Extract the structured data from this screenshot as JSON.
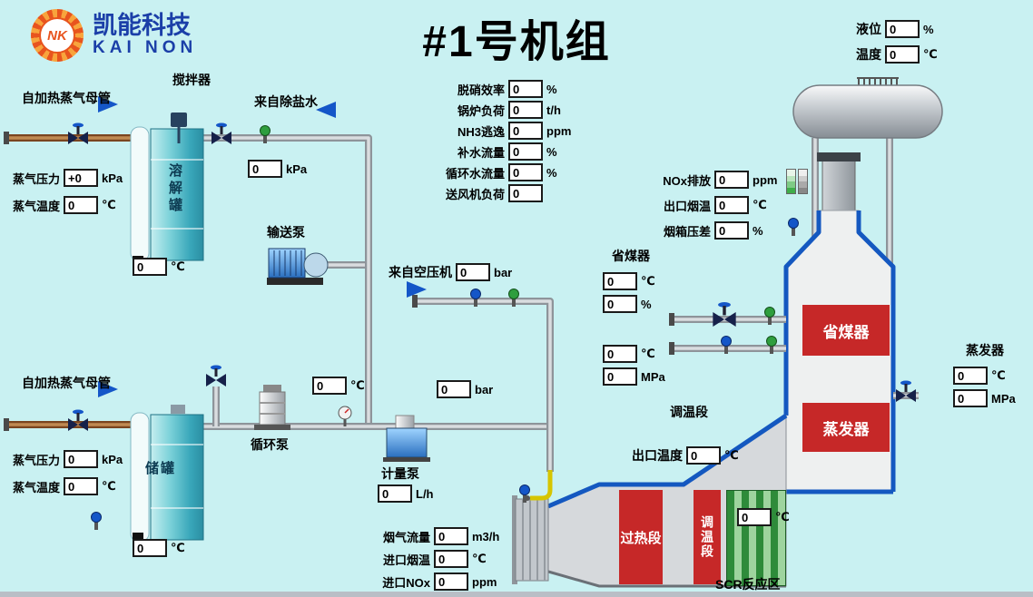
{
  "title": "#1号机组",
  "logo": {
    "nk": "NK",
    "cn": "凯能科技",
    "en": "KAI NON"
  },
  "colors": {
    "background": "#c9f1f2",
    "accent_blue": "#1458c0",
    "block_red": "#c62828",
    "scr_green": "#2e8b3a",
    "logo_blue": "#1b3fa8",
    "logo_orange": "#e8541e"
  },
  "fields": {
    "drum_level": {
      "label": "液位",
      "value": "0",
      "unit": "%"
    },
    "drum_temp": {
      "label": "温度",
      "value": "0",
      "unit": "℃"
    },
    "steam_pressure_1": {
      "label": "蒸气压力",
      "value": "+0",
      "unit": "kPa"
    },
    "steam_temp_1": {
      "label": "蒸气温度",
      "value": "0",
      "unit": "℃"
    },
    "desalt_pressure": {
      "value": "0",
      "unit": "kPa"
    },
    "tank1_temp": {
      "value": "0",
      "unit": "℃"
    },
    "denox_eff": {
      "label": "脱硝效率",
      "value": "0",
      "unit": "%"
    },
    "boiler_load": {
      "label": "锅炉负荷",
      "value": "0",
      "unit": "t/h"
    },
    "nh3_slip": {
      "label": "NH3逃逸",
      "value": "0",
      "unit": "ppm"
    },
    "makeup_flow": {
      "label": "补水流量",
      "value": "0",
      "unit": "%"
    },
    "circ_water_flow": {
      "label": "循环水流量",
      "value": "0",
      "unit": "%"
    },
    "fan_load": {
      "label": "送风机负荷",
      "value": "0"
    },
    "air_comp_pressure": {
      "label": "来自空压机",
      "value": "0",
      "unit": "bar"
    },
    "nox_emission": {
      "label": "NOx排放",
      "value": "0",
      "unit": "ppm"
    },
    "flue_out_temp": {
      "label": "出口烟温",
      "value": "0",
      "unit": "℃"
    },
    "smokebox_dp": {
      "label": "烟箱压差",
      "value": "0",
      "unit": "%"
    },
    "eco_temp": {
      "value": "0",
      "unit": "℃"
    },
    "eco_pct": {
      "value": "0",
      "unit": "%"
    },
    "mid_temp": {
      "value": "0",
      "unit": "℃"
    },
    "mid_press": {
      "value": "0",
      "unit": "MPa"
    },
    "outlet_temp2": {
      "label": "出口温度",
      "value": "0",
      "unit": "℃"
    },
    "evap_temp": {
      "value": "0",
      "unit": "℃"
    },
    "evap_press": {
      "value": "0",
      "unit": "MPa"
    },
    "steam_pressure_2": {
      "label": "蒸气压力",
      "value": "0",
      "unit": "kPa"
    },
    "steam_temp_2": {
      "label": "蒸气温度",
      "value": "0",
      "unit": "℃"
    },
    "tank2_temp": {
      "value": "0",
      "unit": "℃"
    },
    "loop_temp": {
      "value": "0",
      "unit": "℃"
    },
    "loop_press": {
      "value": "0",
      "unit": "bar"
    },
    "meter_flow": {
      "value": "0",
      "unit": "L/h"
    },
    "flue_flow": {
      "label": "烟气流量",
      "value": "0",
      "unit": "m3/h"
    },
    "inlet_flue_temp": {
      "label": "进口烟温",
      "value": "0",
      "unit": "℃"
    },
    "inlet_nox": {
      "label": "进口NOx",
      "value": "0",
      "unit": "ppm"
    },
    "duct_temp": {
      "value": "0",
      "unit": "℃"
    }
  },
  "labels": {
    "agitator": "搅拌器",
    "steam_main_top": "自加热蒸气母管",
    "steam_main_bottom": "自加热蒸气母管",
    "desalt_water": "来自除盐水",
    "solution_tank": "溶解罐",
    "storage_tank": "储罐",
    "transfer_pump": "输送泵",
    "circulation_pump": "循环泵",
    "metering_pump": "计量泵",
    "economizer_group": "省煤器",
    "tempering_group": "调温段",
    "evaporator_group": "蒸发器",
    "tower_economizer": "省煤器",
    "tower_evaporator": "蒸发器",
    "duct_superheater": "过热段",
    "duct_tempering": "调温段",
    "scr_zone": "SCR反应区"
  }
}
